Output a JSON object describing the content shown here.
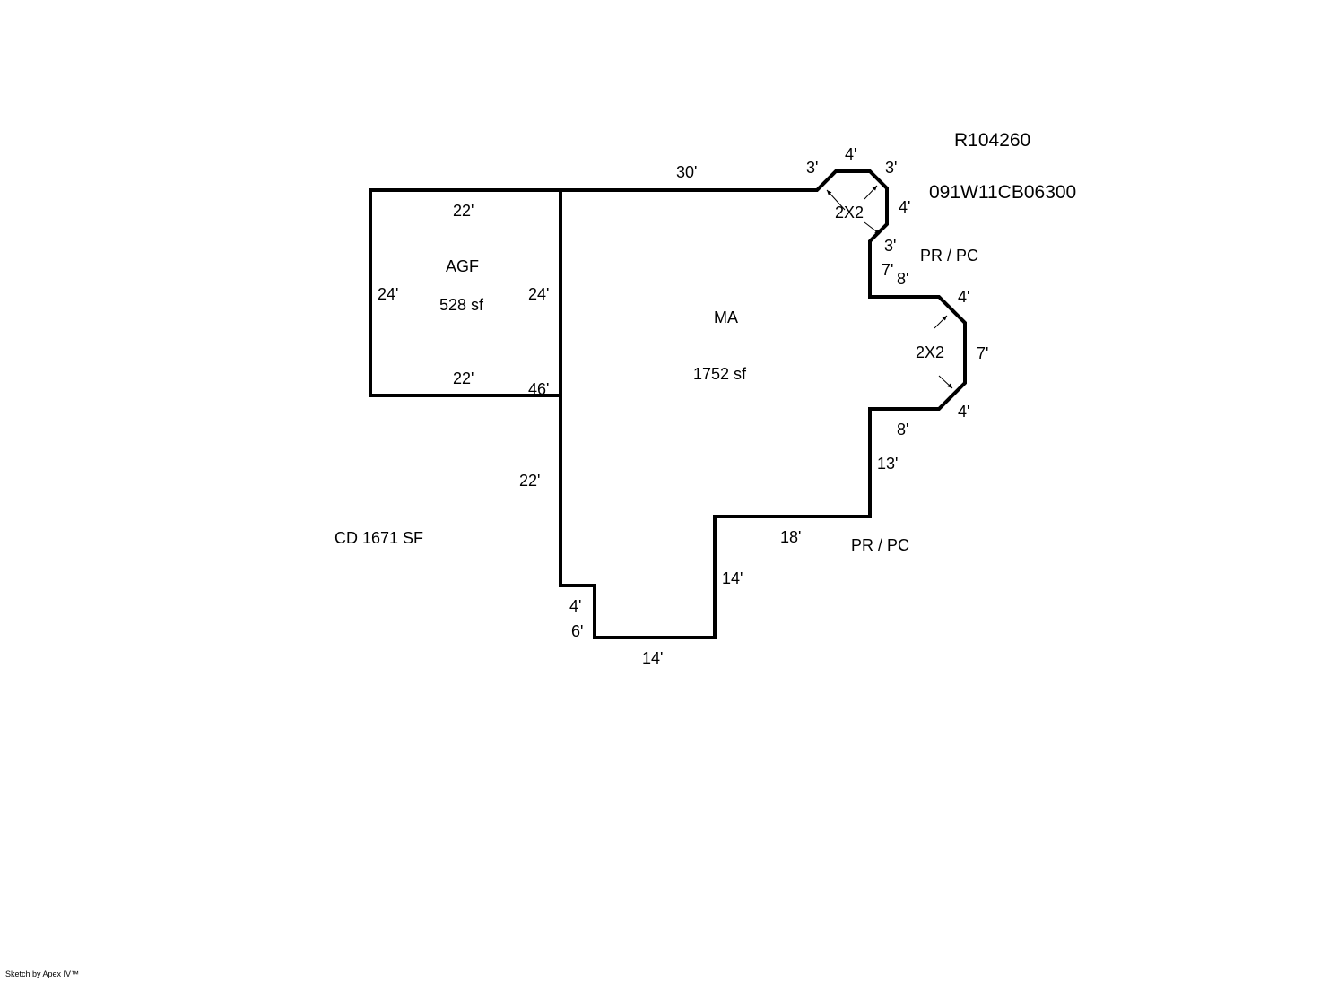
{
  "header": {
    "record_id": "R104260",
    "parcel_number": "091W11CB06300"
  },
  "areas": {
    "garage": {
      "code": "AGF",
      "area": "528 sf"
    },
    "main": {
      "code": "MA",
      "area": "1752 sf"
    },
    "deck": "CD  1671 SF",
    "porch_upper": "PR / PC",
    "porch_lower": "PR / PC",
    "bay_upper": "2X2",
    "bay_right": "2X2"
  },
  "dimensions": {
    "garage_top": "22'",
    "garage_bottom": "22'",
    "garage_left": "24'",
    "garage_right": "24'",
    "main_top": "30'",
    "main_left_full": "46'",
    "main_left_lower": "22'",
    "notch_vertical": "4'",
    "notch_horizontal": "6'",
    "bottom": "14'",
    "step_vertical": "14'",
    "step_horizontal": "18'",
    "right_lower": "13'",
    "right_lower_run": "8'",
    "bay_right_bottom": "4'",
    "bay_right_side": "7'",
    "bay_right_top": "4'",
    "right_upper_run": "8'",
    "right_upper": "7'",
    "bay_upper_bottom": "3'",
    "bay_upper_side": "4'",
    "bay_upper_right": "3'",
    "bay_upper_top": "4'",
    "bay_upper_left": "3'"
  },
  "footer": {
    "credit": "Sketch by Apex IV™"
  },
  "colors": {
    "line": "#000000",
    "background": "#ffffff"
  }
}
